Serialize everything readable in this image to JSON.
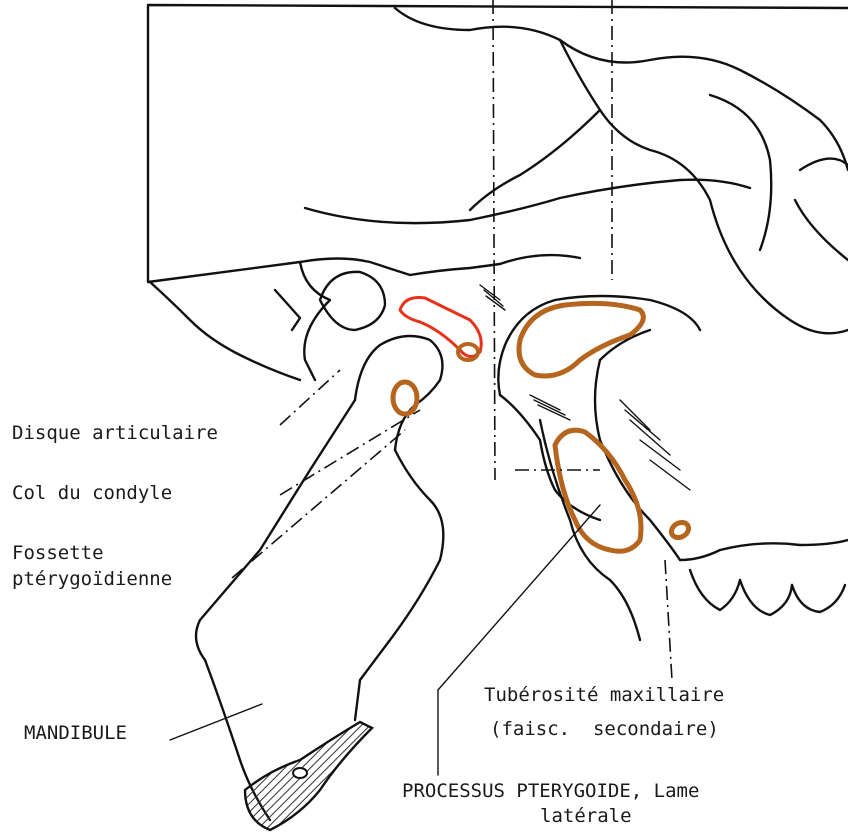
{
  "labels": {
    "disque": "Disque articulaire",
    "col": "Col du condyle",
    "fossette_1": "Fossette",
    "fossette_2": "ptérygoïdienne",
    "mandibule": "MANDIBULE",
    "tuberosite_1": "Tubérosité maxillaire",
    "tuberosite_2": "(faisc.  secondaire)",
    "processus_1": "PROCESSUS PTERYGOIDE, Lame",
    "processus_2": "latérale"
  },
  "colors": {
    "ink": "#111111",
    "muscle_insertion": "#b5651d",
    "disc": "#e8311a",
    "hatch": "#333333"
  }
}
